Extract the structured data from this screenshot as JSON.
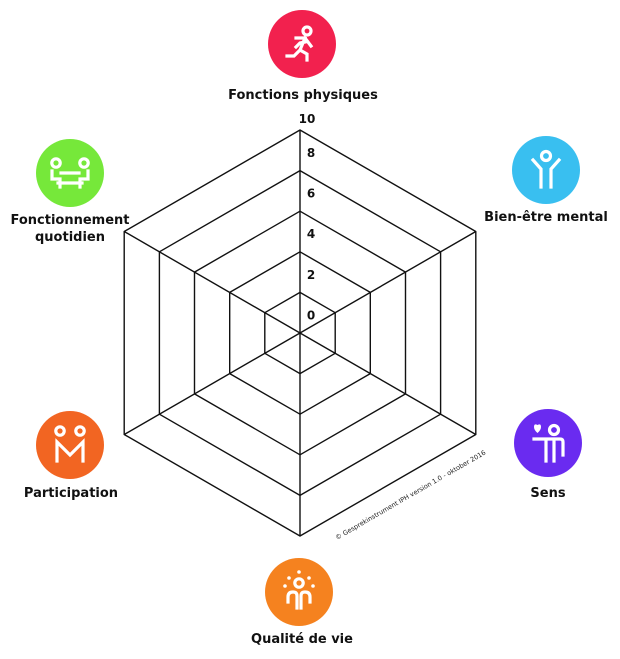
{
  "chart_data": {
    "type": "radar",
    "title": "",
    "scale": {
      "min": 0,
      "max": 10,
      "step": 2
    },
    "tick_labels": [
      "0",
      "2",
      "4",
      "6",
      "8",
      "10"
    ],
    "grid": true,
    "axes": [
      {
        "key": "fonctions_physiques",
        "label": [
          "Fonctions physiques"
        ],
        "color": "#F2214E",
        "icon": "running-person-icon"
      },
      {
        "key": "bien_etre_mental",
        "label": [
          "Bien-être mental"
        ],
        "color": "#39BFF0",
        "icon": "person-arms-raised-icon"
      },
      {
        "key": "sens",
        "label": [
          "Sens"
        ],
        "color": "#6A2BF0",
        "icon": "person-with-heart-icon"
      },
      {
        "key": "qualite_de_vie",
        "label": [
          "Qualité de vie"
        ],
        "color": "#F5821F",
        "icon": "person-with-sun-rays-icon"
      },
      {
        "key": "participation",
        "label": [
          "Participation"
        ],
        "color": "#F26522",
        "icon": "two-people-holding-hands-icon"
      },
      {
        "key": "fonctionnement_quotidien",
        "label": [
          "Fonctionnement",
          "quotidien"
        ],
        "color": "#76E83A",
        "icon": "two-people-at-table-icon"
      }
    ],
    "series": [],
    "copyright": "© Gesprekinstrument IPH version 1.0 - oktober 2016"
  }
}
